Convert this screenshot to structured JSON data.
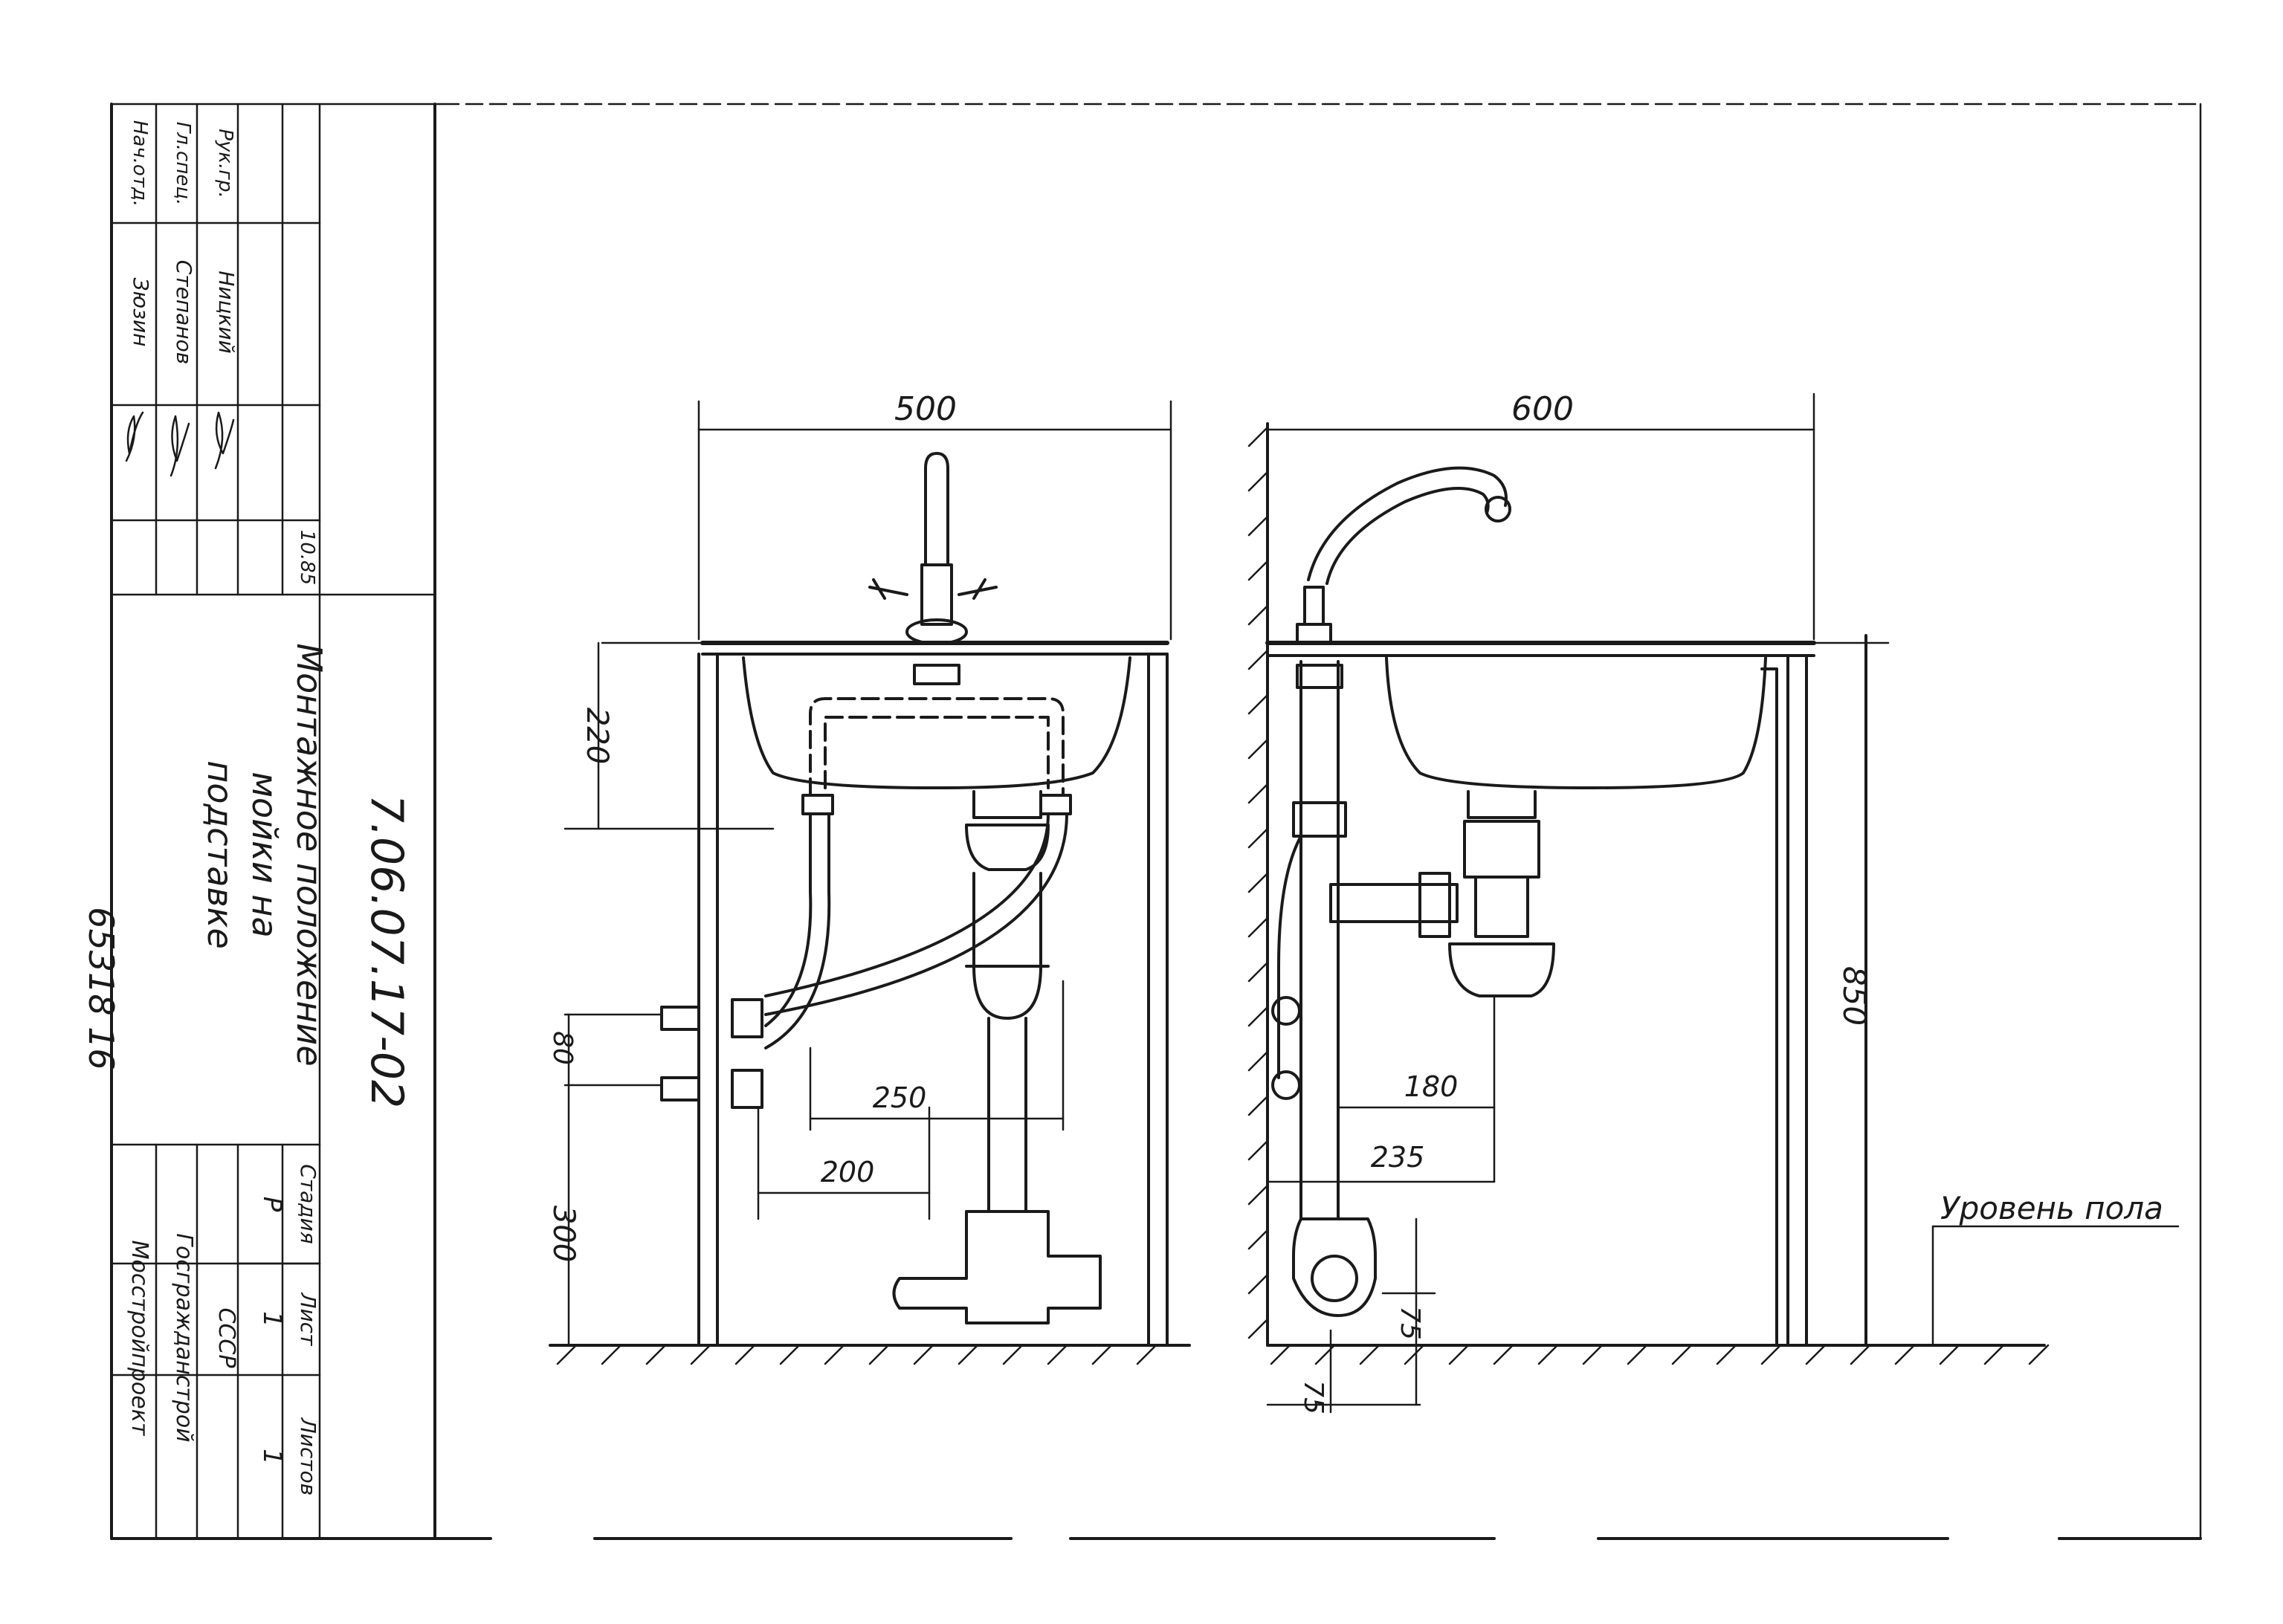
{
  "dimensions": {
    "front_width": "500",
    "side_width": "600",
    "sink_depth": "220",
    "pipe_spacing": "80",
    "pipe_height": "300",
    "front_offset_250": "250",
    "front_offset_200": "200",
    "side_offset_180": "180",
    "side_offset_235": "235",
    "rim_height": "850",
    "drain_75_v": "75",
    "drain_75_h": "75"
  },
  "floor_label": "Уровень пола",
  "title_block": {
    "drawing_number": "7.06.07.17-02",
    "drawing_title": [
      "Монтажное положение",
      "мойки на",
      "подставке"
    ],
    "stage_label": "Стадия",
    "stage_value": "Р",
    "sheet_label": "Лист",
    "sheet_value": "1",
    "sheets_label": "Листов",
    "sheets_value": "1",
    "org_lines": [
      "Мосстройпроект",
      "Госгражданстрой",
      "СССР"
    ],
    "rev_date": "10.85",
    "archive_number": "65318   16"
  },
  "signatures": {
    "roles": [
      "Нач.отд.",
      "Гл.спец.",
      "Рук.гр."
    ],
    "names": [
      "Зюзин",
      "Степанов",
      "Ницкий"
    ]
  }
}
